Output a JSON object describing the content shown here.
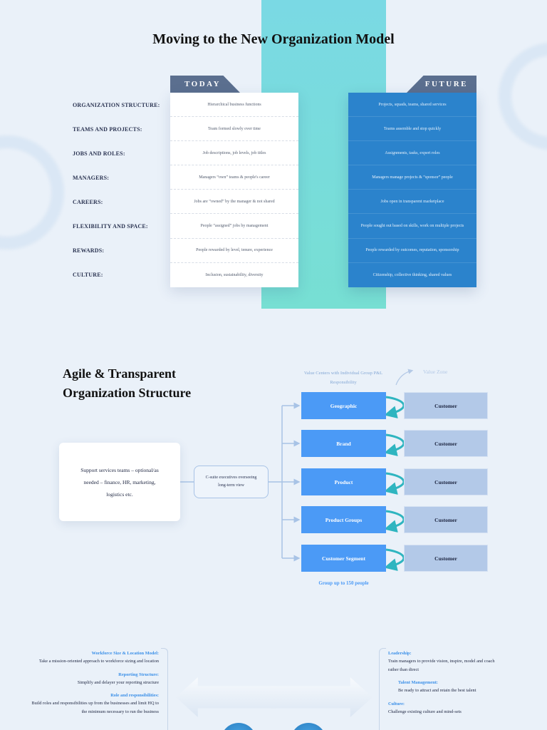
{
  "section1": {
    "title": "Moving to the New Organization Model",
    "today_label": "TODAY",
    "future_label": "FUTURE",
    "rows": [
      {
        "label": "ORGANIZATION STRUCTURE:",
        "today": "Hierarchical business functions",
        "future": "Projects, squads, teams, shared services"
      },
      {
        "label": "TEAMS AND PROJECTS:",
        "today": "Team formed slowly over time",
        "future": "Teams assemble and stop quickly"
      },
      {
        "label": "JOBS AND ROLES:",
        "today": "Job descriptions, job levels, job titles",
        "future": "Assignments, tasks, expert roles"
      },
      {
        "label": "MANAGERS:",
        "today": "Managers “own” teams & people's career",
        "future": "Managers manage projects & “sponsor” people"
      },
      {
        "label": "CAREERS:",
        "today": "Jobs are “owned” by the manager & not shared",
        "future": "Jobs open in transparent marketplace"
      },
      {
        "label": "FLEXIBILITY AND SPACE:",
        "today": "People “assigned” jobs by management",
        "future": "People sought out based on skills, work on multiple projects"
      },
      {
        "label": "REWARDS:",
        "today": "People rewarded by level, tenure, experience",
        "future": "People rewarded by outcomes, reputation, sponsorship"
      },
      {
        "label": "CULTURE:",
        "today": "Inclusion, sustainability, diversity",
        "future": "Citizenship, collective thinking, shared values"
      }
    ]
  },
  "section2": {
    "title_line1": "Agile & Transparent",
    "title_line2": "Organization Structure",
    "support_text": "Support services teams – optional/as needed – finance, HR, marketing, logistics etc.",
    "csuite_text": "C-suite executives overseeing long-term view",
    "value_centers_label": "Value Centers with Individual Group P&L Responsibility",
    "value_zone_label": "Value Zone",
    "units": [
      {
        "label": "Geographic",
        "customer": "Customer"
      },
      {
        "label": "Brand",
        "customer": "Customer"
      },
      {
        "label": "Product",
        "customer": "Customer"
      },
      {
        "label": "Product Groups",
        "customer": "Customer"
      },
      {
        "label": "Customer Segment",
        "customer": "Customer"
      }
    ],
    "group_label": "Group up to 150 people"
  },
  "section3": {
    "left": [
      {
        "heading": "Workforce Size & Location Model:",
        "text": "Take a mission-oriented approach to workforce sizing and location"
      },
      {
        "heading": "Reporting Structure:",
        "text": "Simplify and delayer your reporting structure"
      },
      {
        "heading": "Role and responsibilities:",
        "text": "Build roles and responsibilities up from the businesses and limit HQ to the minimum necessary to run the business"
      }
    ],
    "right": [
      {
        "heading": "Leadership:",
        "text": "Train managers to provide vision, inspire, model and coach rather than direct"
      },
      {
        "heading": "Talent Management:",
        "text": "Be ready to attract and retain the best talent"
      },
      {
        "heading": "Culture:",
        "text": "Challenge existing culture and mind-sets"
      }
    ]
  },
  "colors": {
    "background": "#eaf1f9",
    "teal_band": "#7ad9e4",
    "future_blue": "#2b83cc",
    "tag_slate": "#5b6f8f",
    "unit_blue": "#4b9af6",
    "customer_lavender": "#b3c9e8",
    "loop_teal": "#2fb5c0"
  }
}
